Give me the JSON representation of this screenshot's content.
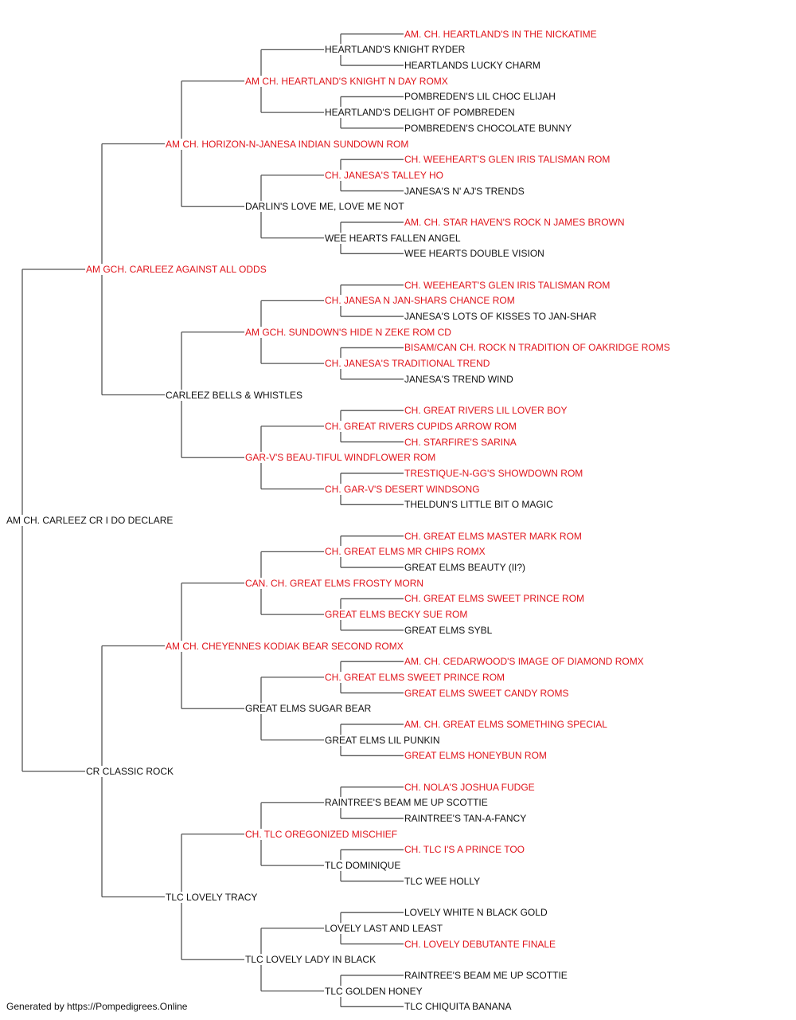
{
  "colors": {
    "titled": "#e0141b",
    "plain": "#111111",
    "lines": "#555555"
  },
  "pedigree": {
    "name": "AM CH. CARLEEZ CR I DO DECLARE",
    "titled": false,
    "sire": {
      "name": "AM GCH. CARLEEZ AGAINST ALL ODDS",
      "titled": true,
      "sire": {
        "name": "AM CH. HORIZON-N-JANESA INDIAN SUNDOWN ROM",
        "titled": true,
        "sire": {
          "name": "AM CH. HEARTLAND'S KNIGHT N DAY ROMX",
          "titled": true,
          "sire": {
            "name": "HEARTLAND'S KNIGHT RYDER",
            "titled": false,
            "sire": {
              "name": "AM. CH. HEARTLAND'S IN THE NICKATIME",
              "titled": true
            },
            "dam": {
              "name": "HEARTLANDS LUCKY CHARM",
              "titled": false
            }
          },
          "dam": {
            "name": "HEARTLAND'S DELIGHT OF POMBREDEN",
            "titled": false,
            "sire": {
              "name": "POMBREDEN'S LIL CHOC ELIJAH",
              "titled": false
            },
            "dam": {
              "name": "POMBREDEN'S CHOCOLATE BUNNY",
              "titled": false
            }
          }
        },
        "dam": {
          "name": "DARLIN'S LOVE ME, LOVE ME NOT",
          "titled": false,
          "sire": {
            "name": "CH. JANESA'S TALLEY HO",
            "titled": true,
            "sire": {
              "name": "CH. WEEHEART'S GLEN IRIS TALISMAN ROM",
              "titled": true
            },
            "dam": {
              "name": "JANESA'S N' AJ'S TRENDS",
              "titled": false
            }
          },
          "dam": {
            "name": "WEE HEARTS FALLEN ANGEL",
            "titled": false,
            "sire": {
              "name": "AM. CH. STAR HAVEN'S ROCK N JAMES BROWN",
              "titled": true
            },
            "dam": {
              "name": "WEE HEARTS DOUBLE VISION",
              "titled": false
            }
          }
        }
      },
      "dam": {
        "name": "CARLEEZ BELLS & WHISTLES",
        "titled": false,
        "sire": {
          "name": "AM GCH. SUNDOWN'S HIDE N ZEKE ROM CD",
          "titled": true,
          "sire": {
            "name": "CH. JANESA N JAN-SHARS CHANCE ROM",
            "titled": true,
            "sire": {
              "name": "CH. WEEHEART'S GLEN IRIS TALISMAN ROM",
              "titled": true
            },
            "dam": {
              "name": "JANESA'S LOTS OF KISSES TO JAN-SHAR",
              "titled": false
            }
          },
          "dam": {
            "name": "CH. JANESA'S TRADITIONAL TREND",
            "titled": true,
            "sire": {
              "name": "BISAM/CAN CH. ROCK N TRADITION OF OAKRIDGE ROMS",
              "titled": true
            },
            "dam": {
              "name": "JANESA'S TREND WIND",
              "titled": false
            }
          }
        },
        "dam": {
          "name": "GAR-V'S BEAU-TIFUL WINDFLOWER ROM",
          "titled": true,
          "sire": {
            "name": "CH. GREAT RIVERS CUPIDS ARROW ROM",
            "titled": true,
            "sire": {
              "name": "CH. GREAT RIVERS LIL LOVER BOY",
              "titled": true
            },
            "dam": {
              "name": "CH. STARFIRE'S SARINA",
              "titled": true
            }
          },
          "dam": {
            "name": "CH. GAR-V'S DESERT WINDSONG",
            "titled": true,
            "sire": {
              "name": "TRESTIQUE-N-GG'S SHOWDOWN ROM",
              "titled": true
            },
            "dam": {
              "name": "THELDUN'S LITTLE BIT O MAGIC",
              "titled": false
            }
          }
        }
      }
    },
    "dam": {
      "name": "CR CLASSIC ROCK",
      "titled": false,
      "sire": {
        "name": "AM CH. CHEYENNES KODIAK BEAR SECOND ROMX",
        "titled": true,
        "sire": {
          "name": "CAN. CH. GREAT ELMS FROSTY MORN",
          "titled": true,
          "sire": {
            "name": "CH. GREAT ELMS MR CHIPS ROMX",
            "titled": true,
            "sire": {
              "name": "CH. GREAT ELMS MASTER MARK ROM",
              "titled": true
            },
            "dam": {
              "name": "GREAT ELMS BEAUTY (II?)",
              "titled": false
            }
          },
          "dam": {
            "name": "GREAT ELMS BECKY SUE ROM",
            "titled": true,
            "sire": {
              "name": "CH. GREAT ELMS SWEET PRINCE ROM",
              "titled": true
            },
            "dam": {
              "name": "GREAT ELMS SYBL",
              "titled": false
            }
          }
        },
        "dam": {
          "name": "GREAT ELMS SUGAR BEAR",
          "titled": false,
          "sire": {
            "name": "CH. GREAT ELMS SWEET PRINCE ROM",
            "titled": true,
            "sire": {
              "name": "AM. CH. CEDARWOOD'S IMAGE OF DIAMOND ROMX",
              "titled": true
            },
            "dam": {
              "name": "GREAT ELMS SWEET CANDY ROMS",
              "titled": true
            }
          },
          "dam": {
            "name": "GREAT ELMS LIL PUNKIN",
            "titled": false,
            "sire": {
              "name": "AM. CH. GREAT ELMS SOMETHING SPECIAL",
              "titled": true
            },
            "dam": {
              "name": "GREAT ELMS HONEYBUN ROM",
              "titled": true
            }
          }
        }
      },
      "dam": {
        "name": "TLC LOVELY TRACY",
        "titled": false,
        "sire": {
          "name": "CH. TLC OREGONIZED MISCHIEF",
          "titled": true,
          "sire": {
            "name": "RAINTREE'S BEAM ME UP SCOTTIE",
            "titled": false,
            "sire": {
              "name": "CH. NOLA'S JOSHUA FUDGE",
              "titled": true
            },
            "dam": {
              "name": "RAINTREE'S TAN-A-FANCY",
              "titled": false
            }
          },
          "dam": {
            "name": "TLC DOMINIQUE",
            "titled": false,
            "sire": {
              "name": "CH. TLC I'S A PRINCE TOO",
              "titled": true
            },
            "dam": {
              "name": "TLC WEE HOLLY",
              "titled": false
            }
          }
        },
        "dam": {
          "name": "TLC LOVELY LADY IN BLACK",
          "titled": false,
          "sire": {
            "name": "LOVELY LAST AND LEAST",
            "titled": false,
            "sire": {
              "name": "LOVELY WHITE N BLACK GOLD",
              "titled": false
            },
            "dam": {
              "name": "CH. LOVELY DEBUTANTE FINALE",
              "titled": true
            }
          },
          "dam": {
            "name": "TLC GOLDEN HONEY",
            "titled": false,
            "sire": {
              "name": "RAINTREE'S BEAM ME UP SCOTTIE",
              "titled": false
            },
            "dam": {
              "name": "TLC CHIQUITA BANANA",
              "titled": false
            }
          }
        }
      }
    }
  },
  "footer": "Generated by https://Pompedigrees.Online"
}
